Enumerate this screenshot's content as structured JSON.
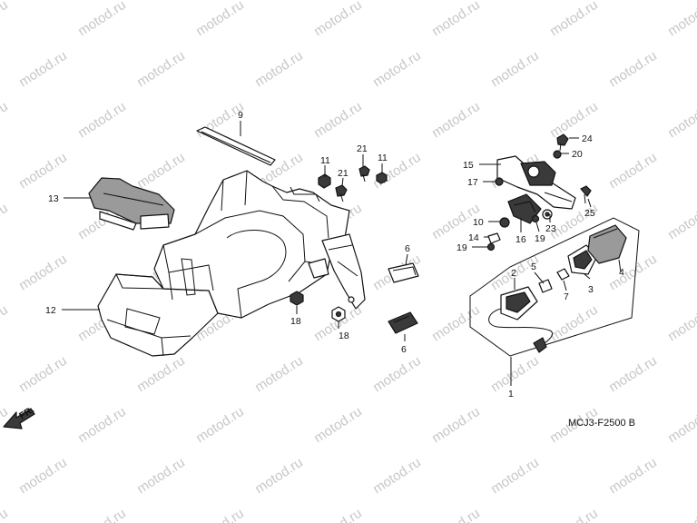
{
  "watermark": "motod.ru",
  "diagram_code": "MCJ3-F2500 B",
  "direction_label": "FR.",
  "callouts": {
    "n1": "1",
    "n2": "2",
    "n3": "3",
    "n4": "4",
    "n5": "5",
    "n6a": "6",
    "n6b": "6",
    "n7": "7",
    "n9": "9",
    "n10": "10",
    "n11a": "11",
    "n11b": "11",
    "n12": "12",
    "n13": "13",
    "n14": "14",
    "n15": "15",
    "n16": "16",
    "n17": "17",
    "n18a": "18",
    "n18b": "18",
    "n19a": "19",
    "n19b": "19",
    "n20": "20",
    "n21a": "21",
    "n21b": "21",
    "n23": "23",
    "n24": "24",
    "n25": "25"
  },
  "colors": {
    "line": "#111111",
    "watermark": "#c7c7c7",
    "shade": "#9a9a9a"
  }
}
